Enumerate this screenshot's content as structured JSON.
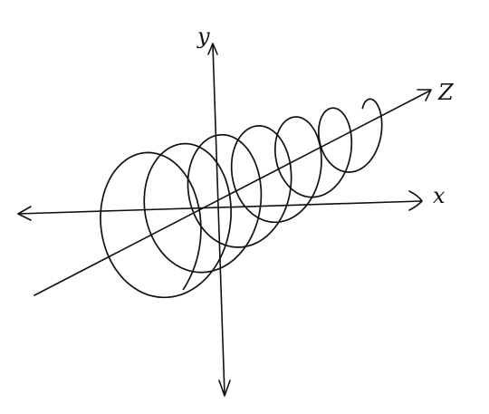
{
  "axes": {
    "x_label": "x",
    "y_label": "y",
    "z_label": "Z"
  },
  "colors": {
    "ink": "#111111",
    "background": "#ffffff"
  },
  "helix": {
    "loops": 6.5
  }
}
